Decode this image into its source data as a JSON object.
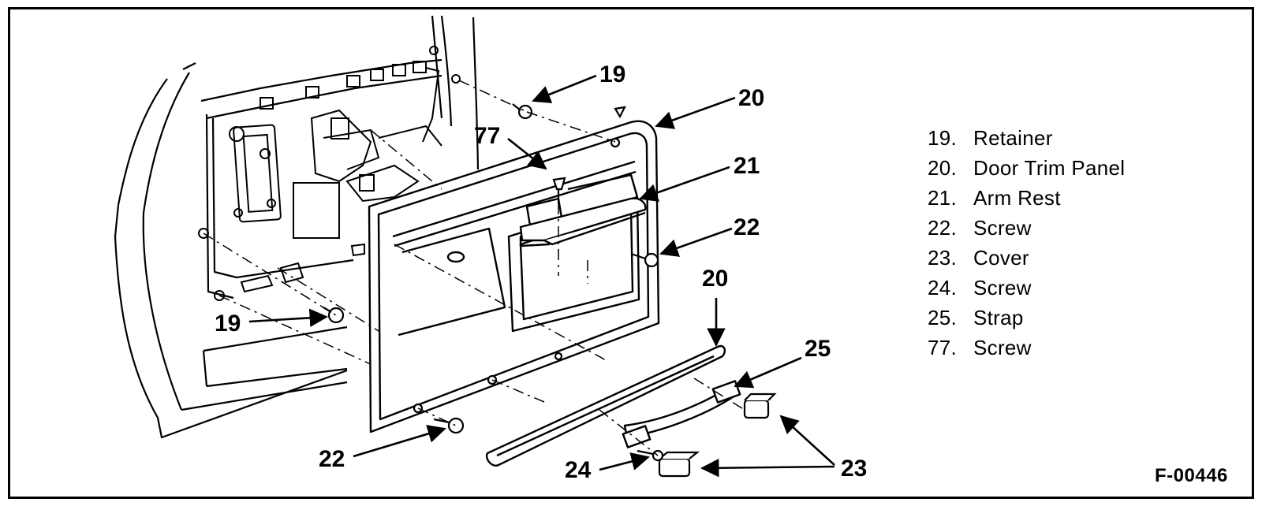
{
  "callouts": {
    "retainer_top": "19",
    "retainer_left": "19",
    "trim_panel_top": "20",
    "trim_panel_lower": "20",
    "arm_rest": "21",
    "screw_right": "22",
    "screw_bottom": "22",
    "cover": "23",
    "screw_strap": "24",
    "strap": "25",
    "screw_top": "77"
  },
  "legend": [
    {
      "num": "19.",
      "label": "Retainer"
    },
    {
      "num": "20.",
      "label": "Door Trim Panel"
    },
    {
      "num": "21.",
      "label": "Arm Rest"
    },
    {
      "num": "22.",
      "label": "Screw"
    },
    {
      "num": "23.",
      "label": "Cover"
    },
    {
      "num": "24.",
      "label": "Screw"
    },
    {
      "num": "25.",
      "label": "Strap"
    },
    {
      "num": "77.",
      "label": "Screw"
    }
  ],
  "figure_id": "F-00446",
  "colors": {
    "ink": "#000000",
    "paper": "#ffffff"
  }
}
